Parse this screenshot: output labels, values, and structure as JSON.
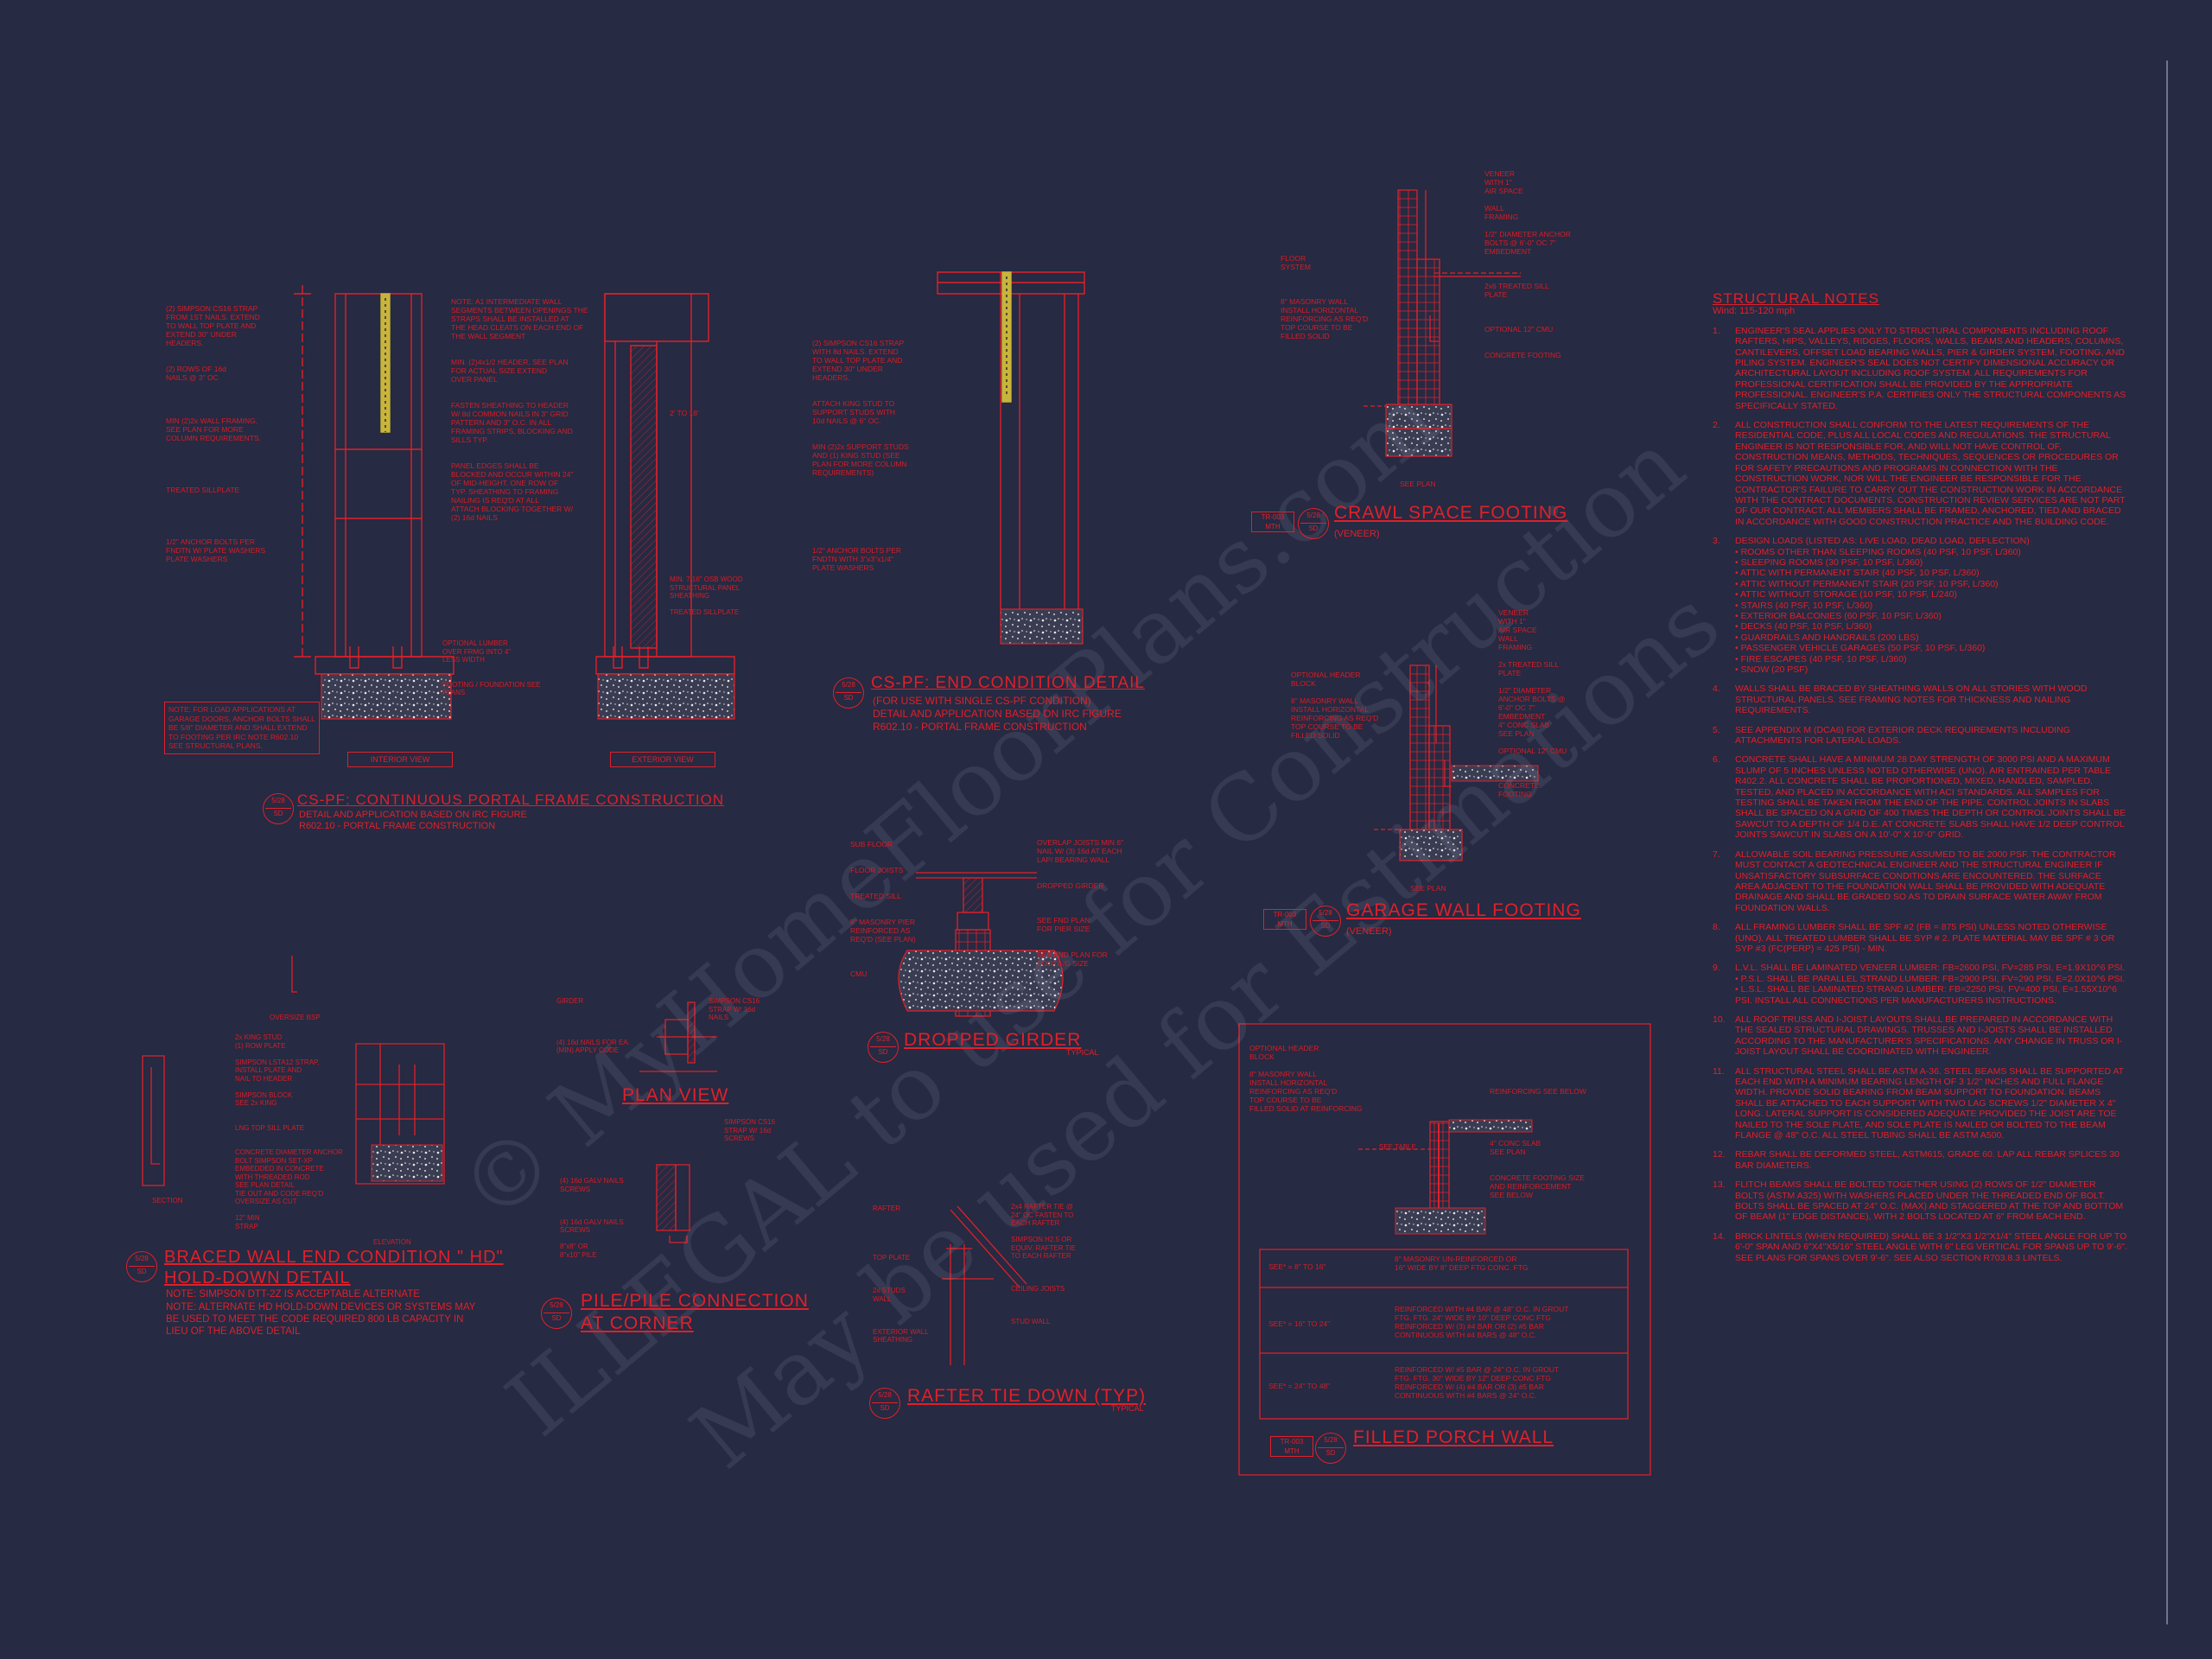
{
  "watermark": {
    "line1": "© MyHomeFloorPlans.com",
    "line2": "ILLEGAL to use for Construction",
    "line3": "May be used for Estimations"
  },
  "details": {
    "portal": {
      "bubble_top": "5/28",
      "bubble_bottom": "SD",
      "title": "CS-PF: CONTINUOUS PORTAL FRAME CONSTRUCTION",
      "sub1": "DETAIL AND APPLICATION BASED ON IRC FIGURE",
      "sub2": "R602.10 - PORTAL FRAME CONSTRUCTION",
      "interior_view": "INTERIOR VIEW",
      "exterior_view": "EXTERIOR VIEW",
      "note_box": "NOTE: FOR LOAD APPLICATIONS AT\nGARAGE DOORS, ANCHOR BOLTS SHALL\nBE 5/8\" DIAMETER AND SHALL EXTEND\nTO FOOTING PER IRC NOTE R602.10\nSEE STRUCTURAL PLANS.",
      "callouts_left": "(2) SIMPSON CS16 STRAP\nFROM 1ST NAILS. EXTEND\nTO WALL TOP PLATE AND\nEXTEND 30\" UNDER\nHEADERS.\n\n\n(2) ROWS OF 16d\nNAILS @ 3\" OC\n\n\n\n\nMIN (2)2x WALL FRAMING,\nSEE PLAN FOR MORE\nCOLUMN REQUIREMENTS.\n\n\n\n\n\nTREATED SILLPLATE\n\n\n\n\n\n1/2\" ANCHOR BOLTS PER\nFNDTN W/ PLATE WASHERS\nPLATE WASHERS",
      "callouts_mid": "NOTE: A1 INTERMEDIATE WALL\nSEGMENTS BETWEEN OPENINGS THE\nSTRAPS SHALL BE INSTALLED AT\nTHE HEAD CLEATS ON EACH END OF\nTHE WALL SEGMENT\n\n\nMIN. (2)4x1/2 HEADER, SEE PLAN\nFOR ACTUAL SIZE EXTEND\nOVER PANEL\n\n\nFASTEN SHEATHING TO HEADER\nW/ 8d COMMON NAILS IN 3\" GRID\nPATTERN AND 3\" O.C. IN ALL\nFRAMING STRIPS, BLOCKING AND\nSILLS TYP.\n\n\nPANEL EDGES SHALL BE\nBLOCKED AND OCCUR WITHIN 24\"\nOF MID-HEIGHT. ONE ROW OF\nTYP. SHEATHING TO FRAMING\nNAILING IS REQ'D AT ALL\nATTACH BLOCKING TOGETHER W/\n(2) 16d NAILS",
      "callouts_right": "OPTIONAL LUMBER\nOVER FRMG INTO 4\"\nLESS WIDTH\n\n\nFOOTING / FOUNDATION SEE\nPLANS",
      "callouts_ext": "MIN. 7/16\" OSB WOOD\nSTRUCTURAL PANEL\nSHEATHING\n\nTREATED SILLPLATE",
      "callout_dim": "2' TO 18'"
    },
    "end_condition": {
      "bubble_top": "5/28",
      "bubble_bottom": "SD",
      "title": "CS-PF: END CONDITION DETAIL",
      "sub1": "(FOR USE WITH SINGLE CS-PF CONDITION)",
      "sub2": "DETAIL AND APPLICATION BASED ON IRC FIGURE",
      "sub3": "R602.10 - PORTAL FRAME CONSTRUCTION",
      "callouts": "(2) SIMPSON CS16 STRAP\nWITH 8d NAILS. EXTEND\nTO WALL TOP PLATE AND\nEXTEND 30\" UNDER\nHEADERS.\n\n\nATTACH KING STUD TO\nSUPPORT STUDS WITH\n10d NAILS @ 6\" OC.\n\n\nMIN (2)2x SUPPORT STUDS\nAND (1) KING STUD (SEE\nPLAN FOR MORE COLUMN\nREQUIREMENTS)\n\n\n\n\n\n\n\n\n1/2\" ANCHOR BOLTS PER\nFNDTN WITH 3\"x3\"x1/4\"\nPLATE WASHERS"
    },
    "crawl": {
      "code_top": "TR-003",
      "code_bottom": "MTH",
      "bubble_top": "5/28",
      "bubble_bottom": "SD",
      "title": "CRAWL SPACE FOOTING",
      "sub": "(VENEER)",
      "callouts_left": "FLOOR\nSYSTEM\n\n\n\n8\" MASONRY WALL\nINSTALL HORIZONTAL\nREINFORCING AS REQ'D\nTOP COURSE TO BE\nFILLED SOLID",
      "callouts_right": "VENEER\nWITH 1\"\nAIR SPACE\n\nWALL\nFRAMING\n\n1/2\" DIAMETER ANCHOR\nBOLTS @ 6'-0\" OC 7\"\nEMBEDMENT\n\n\n\n2x6 TREATED SILL\nPLATE\n\n\n\nOPTIONAL 12\" CMU\n\n\nCONCRETE FOOTING",
      "see_plan": "SEE PLAN"
    },
    "garage": {
      "code_top": "TR-003",
      "code_bottom": "MTH",
      "bubble_top": "5/28",
      "bubble_bottom": "SD",
      "title": "GARAGE WALL FOOTING",
      "sub": "(VENEER)",
      "callouts_left": "OPTIONAL HEADER\nBLOCK\n\n8\" MASONRY WALL\nINSTALL HORIZONTAL\nREINFORCING AS REQ'D\nTOP COURSE TO BE\nFILLED SOLID",
      "callouts_right": "VENEER\nWITH 1\"\nAIR SPACE\nWALL\nFRAMING\n\n2x TREATED SILL\nPLATE\n\n1/2\" DIAMETER\nANCHOR BOLTS @\n6'-0\" OC 7\"\nEMBEDMENT\n4\" CONC SLAB\nSEE PLAN\n\nOPTIONAL 12\" CMU\n\n\n\nCONCRETE\nFOOTING",
      "see_plan": "SEE PLAN"
    },
    "dropped_girder": {
      "bubble_top": "5/28",
      "bubble_bottom": "SD",
      "title": "DROPPED GIRDER",
      "sub": "TYPICAL",
      "callouts_left": "SUB FLOOR\n\n\nFLOOR JOISTS\n\n\nTREATED SILL\n\n\n8\" MASONRY PIER\nREINFORCED AS\nREQ'D (SEE PLAN)\n\n\n\nCMU",
      "callouts_right": "OVERLAP JOISTS MIN 6\"\nNAIL W/ (3) 16d AT EACH\nLAP/ BEARING WALL\n\n\nDROPPED GIRDER\n\n\n\nSEE FND PLAN\nFOR PIER SIZE\n\n\nSEE FND PLAN FOR\nFOOTING SIZE"
    },
    "braced": {
      "bubble_top": "5/28",
      "bubble_bottom": "SD",
      "title1": "BRACED WALL END CONDITION \" HD\"",
      "title2": "HOLD-DOWN DETAIL",
      "note1": "NOTE: SIMPSON DTT-2Z IS ACCEPTABLE ALTERNATE",
      "note2": "NOTE: ALTERNATE HD HOLD-DOWN DEVICES OR SYSTEMS MAY",
      "note3": "BE USED TO MEET THE CODE REQUIRED 800 LB CAPACITY IN",
      "note4": "LIEU OF THE ABOVE DETAIL",
      "label_small": "OVERSIZE BSP",
      "label_section": "SECTION",
      "label_elev": "ELEVATION",
      "callouts": "2x KING STUD\n(1) ROW PLATE\n\nSIMPSON LSTA12 STRAP,\nINSTALL PLATE AND\nNAIL TO HEADER\n\nSIMPSON BLOCK\nSEE 2x KING\n\n\nLNG TOP SILL PLATE\n\n\nCONCRETE DIAMETER ANCHOR\nBOLT SIMPSON SET-XP\nEMBEDDED IN CONCRETE\nWITH THREADED ROD\nSEE PLAN DETAIL\nTIE OUT AND CODE REQ'D\nOVERSIZE AS CUT\n\n12\" MIN\nSTRAP"
    },
    "plan_view": {
      "title": "PLAN VIEW",
      "callouts": "GIRDER\n\n\n\n\n(4) 16d NAILS FOR EA.\n(MIN) APPLY CODE",
      "callouts_right": "SIMPSON CS16\nSTRAP W/ 16d\nNAILS"
    },
    "pile": {
      "bubble_top": "5/28",
      "bubble_bottom": "SD",
      "title1": "PILE/PILE CONNECTION",
      "title2": "AT CORNER",
      "callouts": "(4) 16d GALV NAILS\nSCREWS\n\n\n\n(4) 16d GALV NAILS\nSCREWS\n\n8\"x8\" OR\n8\"x10\" PILE",
      "callouts_right": "SIMPSON CS16\nSTRAP W/ 16d\nSCREWS"
    },
    "rafter": {
      "bubble_top": "5/28",
      "bubble_bottom": "SD",
      "title": "RAFTER TIE DOWN (TYP)",
      "sub": "TYPICAL",
      "callouts_left": "RAFTER\n\n\n\n\n\nTOP PLATE\n\n\n\n2x STUDS\nWALL\n\n\n\nEXTERIOR WALL\nSHEATHING",
      "callouts_right": "2x4 RAFTER TIE @\n24\" OC FASTEN TO\nEACH RAFTER\n\nSIMPSON H2.5 OR\nEQUIV. RAFTER TIE\nTO EACH RAFTER\n\n\n\nCEILING JOISTS\n\n\n\nSTUD WALL"
    },
    "porch": {
      "code_top": "TR-003",
      "code_bottom": "MTH",
      "bubble_top": "5/28",
      "bubble_bottom": "SD",
      "title": "FILLED PORCH WALL",
      "callouts_left": "OPTIONAL HEADER\nBLOCK\n\n8\" MASONRY WALL\nINSTALL HORIZONTAL\nREINFORCING AS REQ'D\nTOP COURSE TO BE\nFILLED SOLID AT REINFORCING",
      "callouts_right": "REINFORCING SEE BELOW\n\n\n\n\n\n4\" CONC SLAB\nSEE PLAN\n\n\nCONCRETE FOOTING SIZE\nAND REINFORCEMENT\nSEE BELOW",
      "dim_side": "SEE TABLE",
      "row1_range": "SEE* = 8\" TO 16\"",
      "row1_text": "8\" MASONRY UN-REINFORCED OR\n16\" WIDE BY 8\" DEEP FTG CONC. FTG",
      "row2_range": "SEE* = 16\" TO 24\"",
      "row2_text": "REINFORCED WITH #4 BAR @ 48\" O.C. IN GROUT\nFTG. FTG. 24\" WIDE BY 10\" DEEP CONC FTG\nREINFORCED W/ (3) #4 BAR OR (2) #5 BAR\nCONTINUOUS WITH #4 BARS @ 48\" O.C.",
      "row3_range": "SEE* = 24\" TO 48\"",
      "row3_text": "REINFORCED W/ #5 BAR @ 24\" O.C. IN GROUT\nFTG. FTG. 30\" WIDE BY 12\" DEEP CONC FTG\nREINFORCED W/ (4) #4 BAR OR (3) #5 BAR\nCONTINUOUS WITH #4 BARS @ 24\" O.C."
    }
  },
  "structural_notes": {
    "title": "STRUCTURAL NOTES",
    "wind": "Wind: 115-120 mph",
    "items": [
      {
        "num": "1.",
        "text": "ENGINEER'S SEAL APPLIES ONLY TO STRUCTURAL COMPONENTS INCLUDING ROOF RAFTERS, HIPS, VALLEYS, RIDGES, FLOORS, WALLS, BEAMS AND HEADERS, COLUMNS, CANTILEVERS, OFFSET LOAD BEARING WALLS, PIER & GIRDER SYSTEM, FOOTING, AND PILING SYSTEM. ENGINEER'S SEAL DOES NOT CERTIFY DIMENSIONAL ACCURACY OR ARCHITECTURAL LAYOUT INCLUDING ROOF SYSTEM. ALL REQUIREMENTS FOR PROFESSIONAL CERTIFICATION SHALL BE PROVIDED BY THE APPROPRIATE PROFESSIONAL. ENGINEER'S P.A. CERTIFIES ONLY THE STRUCTURAL COMPONENTS AS SPECIFICALLY STATED."
      },
      {
        "num": "2.",
        "text": "ALL CONSTRUCTION SHALL CONFORM TO THE LATEST REQUIREMENTS OF THE RESIDENTIAL CODE, PLUS ALL LOCAL CODES AND REGULATIONS. THE STRUCTURAL ENGINEER IS NOT RESPONSIBLE FOR, AND WILL NOT HAVE CONTROL OF, CONSTRUCTION MEANS, METHODS, TECHNIQUES, SEQUENCES OR PROCEDURES OR FOR SAFETY PRECAUTIONS AND PROGRAMS IN CONNECTION WITH THE CONSTRUCTION WORK, NOR WILL THE ENGINEER BE RESPONSIBLE FOR THE CONTRACTOR'S FAILURE TO CARRY OUT THE CONSTRUCTION WORK IN ACCORDANCE WITH THE CONTRACT DOCUMENTS. CONSTRUCTION REVIEW SERVICES ARE NOT PART OF OUR CONTRACT. ALL MEMBERS SHALL BE FRAMED, ANCHORED, TIED AND BRACED IN ACCORDANCE WITH GOOD CONSTRUCTION PRACTICE AND THE BUILDING CODE."
      },
      {
        "num": "3.",
        "text": "DESIGN LOADS (LISTED AS: LIVE LOAD, DEAD LOAD, DEFLECTION)",
        "list": [
          "ROOMS OTHER THAN SLEEPING ROOMS (40 PSF, 10 PSF, L/360)",
          "SLEEPING ROOMS (30 PSF, 10 PSF, L/360)",
          "ATTIC WITH PERMANENT STAIR (40 PSF, 10 PSF, L/360)",
          "ATTIC WITHOUT PERMANENT STAIR (20 PSF, 10 PSF, L/360)",
          "ATTIC WITHOUT STORAGE (10 PSF, 10 PSF, L/240)",
          "STAIRS (40 PSF, 10 PSF, L/360)",
          "EXTERIOR BALCONIES (60 PSF, 10 PSF, L/360)",
          "DECKS (40 PSF, 10 PSF, L/360)",
          "GUARDRAILS AND HANDRAILS (200 LBS)",
          "PASSENGER VEHICLE GARAGES (50 PSF, 10 PSF, L/360)",
          "FIRE ESCAPES (40 PSF, 10 PSF, L/360)",
          "SNOW (20 PSF)"
        ]
      },
      {
        "num": "4.",
        "text": "WALLS SHALL BE BRACED BY SHEATHING WALLS ON ALL STORIES WITH WOOD STRUCTURAL PANELS. SEE FRAMING NOTES FOR THICKNESS AND NAILING REQUIREMENTS."
      },
      {
        "num": "5.",
        "text": "SEE APPENDIX M (DCA6) FOR EXTERIOR DECK REQUIREMENTS INCLUDING ATTACHMENTS FOR LATERAL LOADS."
      },
      {
        "num": "6.",
        "text": "CONCRETE SHALL HAVE A MINIMUM 28 DAY STRENGTH OF 3000 PSI AND A MAXIMUM SLUMP OF 5 INCHES UNLESS NOTED OTHERWISE (UNO). AIR ENTRAINED PER TABLE R402.2. ALL CONCRETE SHALL BE PROPORTIONED, MIXED, HANDLED, SAMPLED, TESTED, AND PLACED IN ACCORDANCE WITH ACI STANDARDS. ALL SAMPLES FOR TESTING SHALL BE TAKEN FROM THE END OF THE PIPE. CONTROL JOINTS IN SLABS SHALL BE SPACED ON A GRID OF 400 TIMES THE DEPTH OR CONTROL JOINTS SHALL BE SAWCUT TO A DEPTH OF 1/4 D.E. AT CONCRETE SLABS SHALL HAVE 1/2 DEEP CONTROL JOINTS SAWCUT IN SLABS ON A 10'-0\" x 10'-0\" GRID."
      },
      {
        "num": "7.",
        "text": "ALLOWABLE SOIL BEARING PRESSURE ASSUMED TO BE 2000 PSF. THE CONTRACTOR MUST CONTACT A GEOTECHNICAL ENGINEER AND THE STRUCTURAL ENGINEER IF UNSATISFACTORY SUBSURFACE CONDITIONS ARE ENCOUNTERED. THE SURFACE AREA ADJACENT TO THE FOUNDATION WALL SHALL BE PROVIDED WITH ADEQUATE DRAINAGE AND SHALL BE GRADED SO AS TO DRAIN SURFACE WATER AWAY FROM FOUNDATION WALLS."
      },
      {
        "num": "8.",
        "text": "ALL FRAMING LUMBER SHALL BE SPF #2 (Fb = 875 PSI) UNLESS NOTED OTHERWISE (UNO). ALL TREATED LUMBER SHALL BE SYP # 2. PLATE MATERIAL MAY BE SPF # 3 OR SYP #3 (Fc(perp) = 425 PSI) - MIN."
      },
      {
        "num": "9.",
        "text": "L.V.L. SHALL BE LAMINATED VENEER LUMBER: Fb=2600 PSI, Fv=285 PSI, E=1.9x10^6 PSI.",
        "list": [
          "P.S.L. SHALL BE PARALLEL STRAND LUMBER: Fb=2900 PSI, Fv=290 PSI, E=2.0x10^6 PSI.",
          "L.S.L. SHALL BE LAMINATED STRAND LUMBER: Fb=2250 PSI, Fv=400 PSI, E=1.55x10^6 PSI. INSTALL ALL CONNECTIONS PER MANUFACTURERS INSTRUCTIONS."
        ]
      },
      {
        "num": "10.",
        "text": "ALL ROOF TRUSS AND I-JOIST LAYOUTS SHALL BE PREPARED IN ACCORDANCE WITH THE SEALED STRUCTURAL DRAWINGS. TRUSSES AND I-JOISTS SHALL BE INSTALLED ACCORDING TO THE MANUFACTURER'S SPECIFICATIONS. ANY CHANGE IN TRUSS OR I-JOIST LAYOUT SHALL BE COORDINATED WITH ENGINEER."
      },
      {
        "num": "11.",
        "text": "ALL STRUCTURAL STEEL SHALL BE ASTM A-36. STEEL BEAMS SHALL BE SUPPORTED AT EACH END WITH A MINIMUM BEARING LENGTH OF 3 1/2\" INCHES AND FULL FLANGE WIDTH. PROVIDE SOLID BEARING FROM BEAM SUPPORT TO FOUNDATION. BEAMS SHALL BE ATTACHED TO EACH SUPPORT WITH TWO LAG SCREWS 1/2\" DIAMETER x 4\" LONG. LATERAL SUPPORT IS CONSIDERED ADEQUATE PROVIDED THE JOIST ARE TOE NAILED TO THE SOLE PLATE, AND SOLE PLATE IS NAILED OR BOLTED TO THE BEAM FLANGE @ 48\" O.C. ALL STEEL TUBING SHALL BE ASTM A500."
      },
      {
        "num": "12.",
        "text": "REBAR SHALL BE DEFORMED STEEL, ASTM615, GRADE 60. LAP ALL REBAR SPLICES 30 BAR DIAMETERS."
      },
      {
        "num": "13.",
        "text": "FLITCH BEAMS SHALL BE BOLTED TOGETHER USING (2) ROWS OF 1/2\" DIAMETER BOLTS (ASTM A325) WITH WASHERS PLACED UNDER THE THREADED END OF BOLT. BOLTS SHALL BE SPACED AT 24\" O.C. (MAX) AND STAGGERED AT THE TOP AND BOTTOM OF BEAM (1\" EDGE DISTANCE), WITH 2 BOLTS LOCATED AT 6\" FROM EACH END."
      },
      {
        "num": "14.",
        "text": "BRICK LINTELS (WHEN REQUIRED) SHALL BE 3 1/2\"x3 1/2\"x1/4\" STEEL ANGLE FOR UP TO 6'-0\" SPAN AND 6\"x4\"x5/16\" STEEL ANGLE WITH 6\" LEG VERTICAL FOR SPANS UP TO 9'-6\". SEE PLANS FOR SPANS OVER 9'-6\". SEE ALSO SECTION R703.8.3 LINTELS."
      }
    ]
  }
}
